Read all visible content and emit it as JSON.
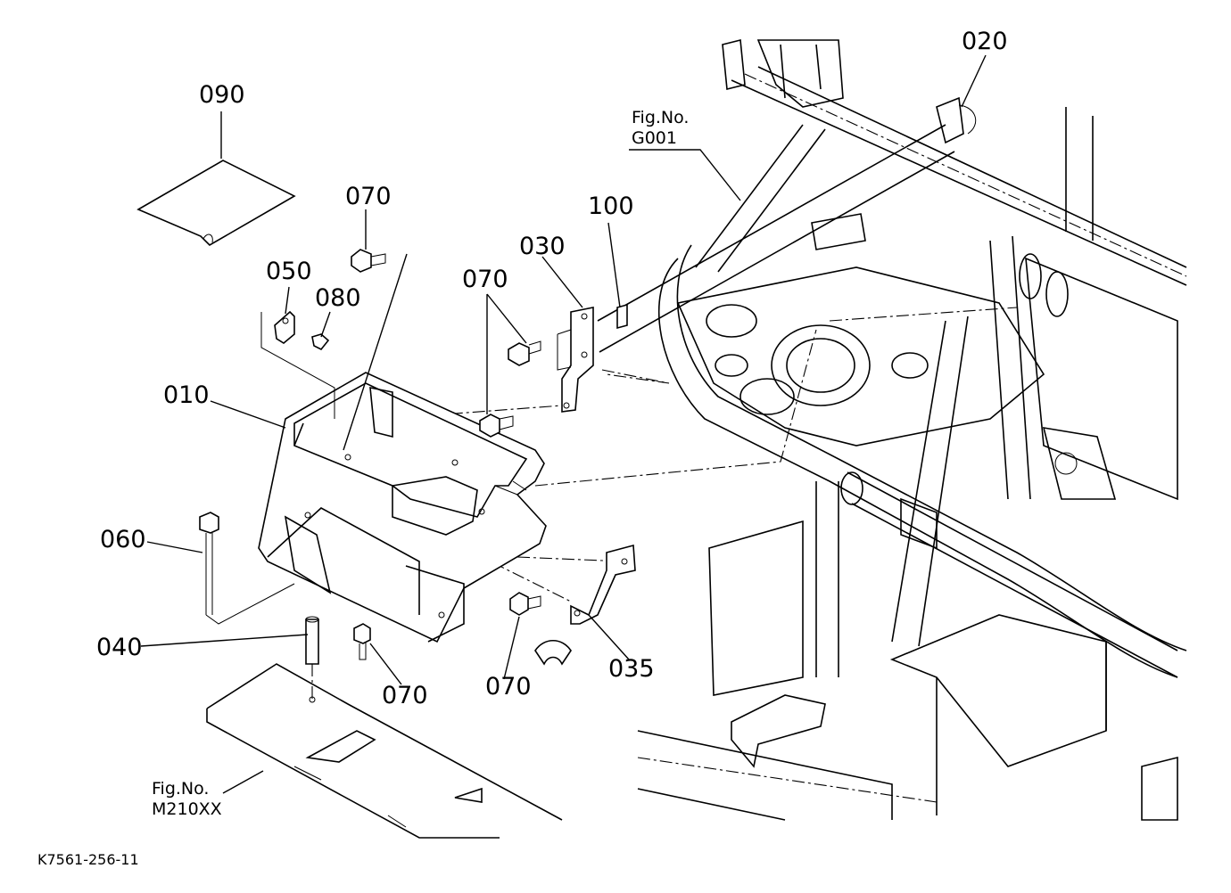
{
  "labels": {
    "p010": "010",
    "p020": "020",
    "p030": "030",
    "p035": "035",
    "p040": "040",
    "p050": "050",
    "p060": "060",
    "p070a": "070",
    "p070b": "070",
    "p070c": "070",
    "p070d": "070",
    "p080": "080",
    "p090": "090",
    "p100": "100"
  },
  "figure_refs": {
    "g001_line1": "Fig.No.",
    "g001_line2": "G001",
    "m210_line1": "Fig.No.",
    "m210_line2": "M210XX"
  },
  "drawing_id": "K7561-256-11"
}
